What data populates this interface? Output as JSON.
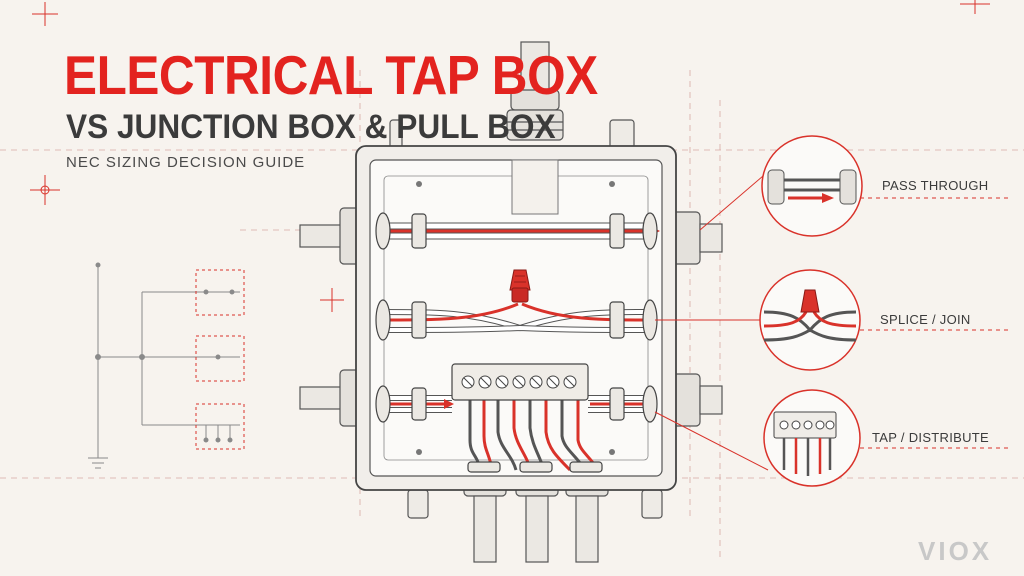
{
  "heading": {
    "title": "ELECTRICAL TAP BOX",
    "subtitle": "VS JUNCTION BOX & PULL BOX",
    "tagline": "NEC SIZING DECISION GUIDE"
  },
  "callouts": [
    {
      "label": "PASS THROUGH"
    },
    {
      "label": "SPLICE / JOIN"
    },
    {
      "label": "TAP / DISTRIBUTE"
    }
  ],
  "brand": {
    "logo": "VIOX"
  },
  "colors": {
    "background": "#f7f3ee",
    "title_red": "#e3231f",
    "subtitle_ink": "#3b3b3b",
    "line_ink": "#4a4a4a",
    "wire_red": "#d9322a",
    "logo_gray": "#c8c8c8"
  },
  "icons": [
    "wire-nut-icon",
    "terminal-block-icon",
    "ground-symbol-icon",
    "arrow-icon"
  ]
}
